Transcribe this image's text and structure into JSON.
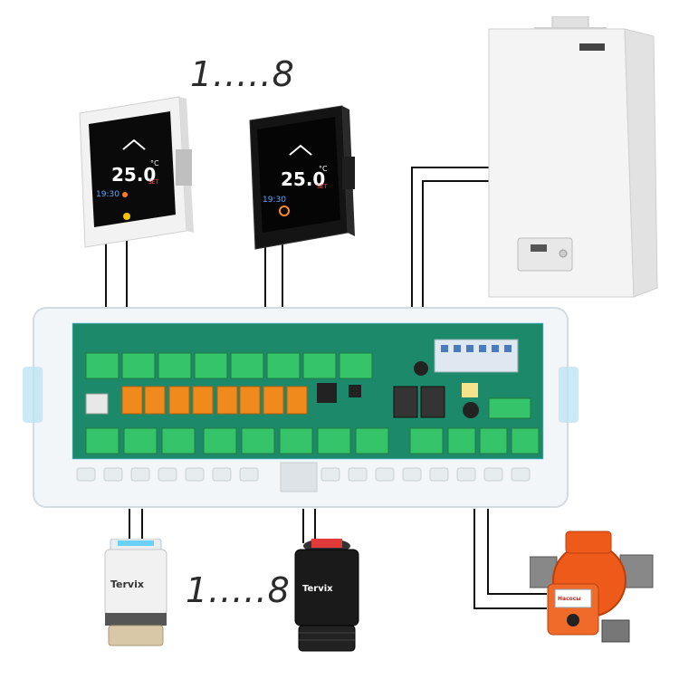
{
  "labels": {
    "thermostat_count": "1.....8",
    "actuator_count": "1.....8"
  },
  "thermostats": [
    {
      "theme": "white",
      "temperature": "25.0",
      "unit": "°C",
      "set": "SET"
    },
    {
      "theme": "black",
      "temperature": "25.0",
      "unit": "°C",
      "set": "SET"
    }
  ],
  "actuators": [
    {
      "theme": "white",
      "brand": "Tervix"
    },
    {
      "theme": "black",
      "brand": "Tervix"
    }
  ],
  "pump": {
    "brand": "Насосы"
  },
  "colors": {
    "board": "#1c8a6a",
    "terminal": "#35c46a",
    "relay": "#f08a1c",
    "pump": "#ee5a1a",
    "wire": "#111111",
    "accent_blue": "#6ad0ff"
  }
}
